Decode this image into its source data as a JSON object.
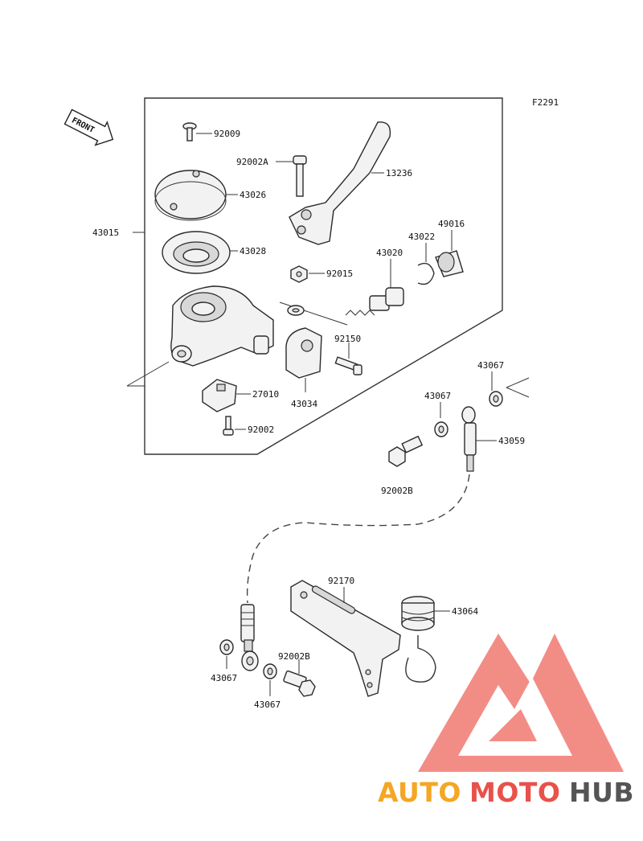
{
  "figure_code": "F2291",
  "front_label": "FRONT",
  "labels": {
    "p92009": "92009",
    "p92002A": "92002A",
    "p13236": "13236",
    "p43026": "43026",
    "p43015": "43015",
    "p43028": "43028",
    "p43022": "43022",
    "p49016": "49016",
    "p43020": "43020",
    "p92015": "92015",
    "p92150": "92150",
    "p43034": "43034",
    "p27010": "27010",
    "p92002": "92002",
    "p43067_a": "43067",
    "p43067_b": "43067",
    "p43059": "43059",
    "p92002B_a": "92002B",
    "p92170": "92170",
    "p43064": "43064",
    "p92002B_b": "92002B",
    "p43067_c": "43067",
    "p43067_d": "43067"
  },
  "watermark": {
    "part1": "AUTO",
    "part2": "MOTO",
    "part3": "HUB",
    "color_orange": "#f5a623",
    "color_red": "#e8524a",
    "color_gray": "#555555",
    "triangle_color": "#f07a72"
  }
}
